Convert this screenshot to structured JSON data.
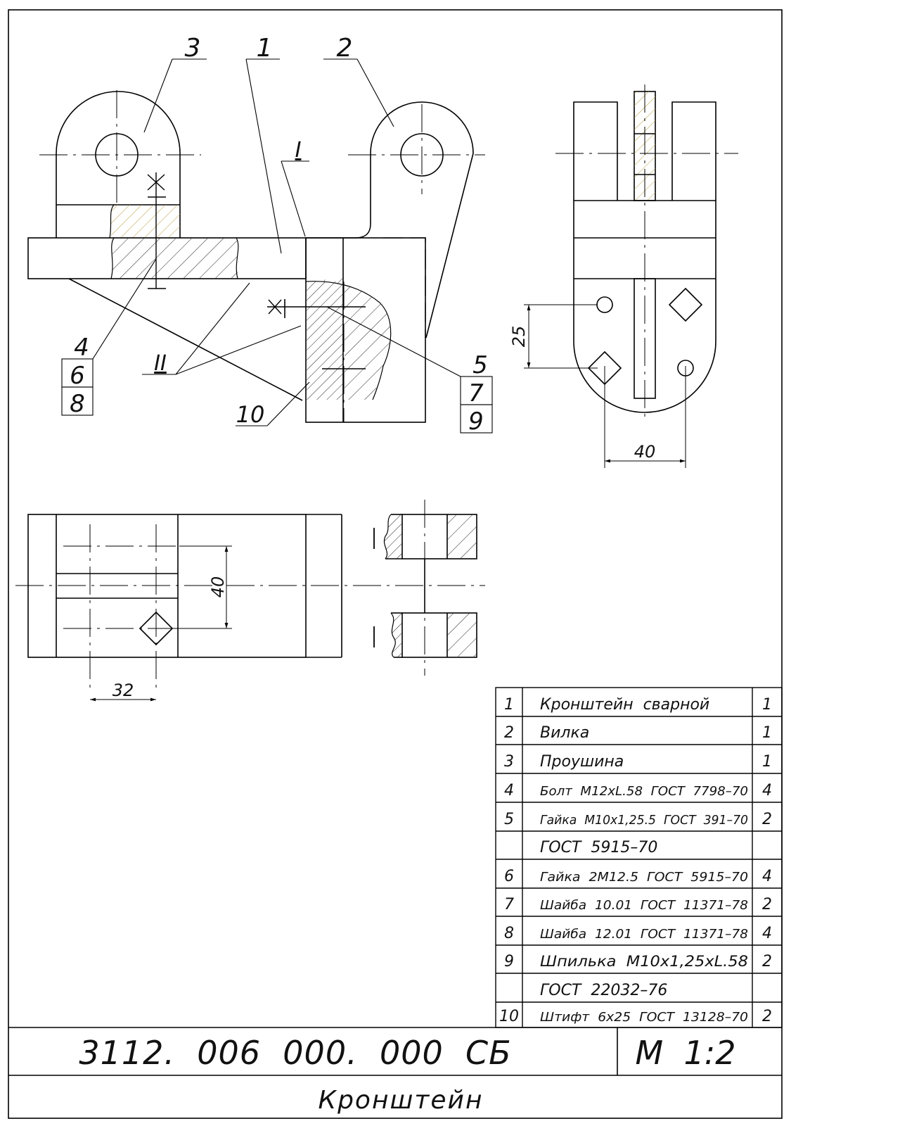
{
  "drawing": {
    "leaders": {
      "l1": "1",
      "l2": "2",
      "l3": "3",
      "l4": "4",
      "l5": "5",
      "l6": "6",
      "l7": "7",
      "l8": "8",
      "l9": "9",
      "l10": "10"
    },
    "section_marks": {
      "s1": "I",
      "s2": "II"
    },
    "dimensions": {
      "d25": "25",
      "d40_side": "40",
      "d40_plan": "40",
      "d32": "32"
    }
  },
  "bom": {
    "rows": [
      {
        "pos": "1",
        "name": "Кронштейн  сварной",
        "qty": "1"
      },
      {
        "pos": "2",
        "name": "Вилка",
        "qty": "1"
      },
      {
        "pos": "3",
        "name": "Проушина",
        "qty": "1"
      },
      {
        "pos": "4",
        "name": "Болт  M12xL.58  ГОСТ  7798–70",
        "qty": "4"
      },
      {
        "pos": "5",
        "name": "Гайка  M10x1,25.5  ГОСТ  391–70",
        "qty": "2"
      },
      {
        "pos": "",
        "name": "ГОСТ  5915–70",
        "qty": ""
      },
      {
        "pos": "6",
        "name": "Гайка  2M12.5  ГОСТ  5915–70",
        "qty": "4"
      },
      {
        "pos": "7",
        "name": "Шайба  10.01  ГОСТ  11371–78",
        "qty": "2"
      },
      {
        "pos": "8",
        "name": "Шайба  12.01  ГОСТ  11371–78",
        "qty": "4"
      },
      {
        "pos": "9",
        "name": "Шпилька  M10x1,25xL.58",
        "qty": "2"
      },
      {
        "pos": "",
        "name": "ГОСТ  22032–76",
        "qty": ""
      },
      {
        "pos": "10",
        "name": "Штифт  6x25  ГОСТ  13128–70",
        "qty": "2"
      }
    ]
  },
  "title_block": {
    "designation": "3112.  006  000.  000  СБ",
    "scale": "М  1:2",
    "name": "Кронштейн"
  }
}
